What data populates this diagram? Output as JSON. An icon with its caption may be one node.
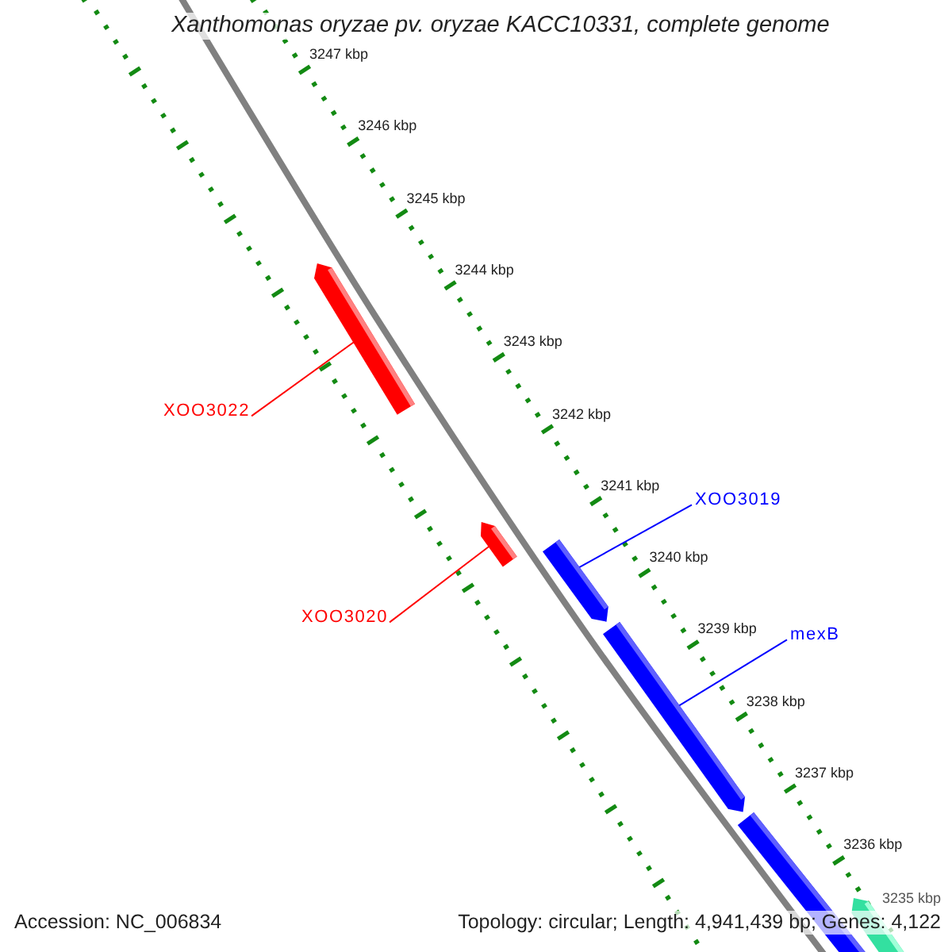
{
  "diagram": {
    "title": "Xanthomonas oryzae pv. oryzae KACC10331, complete genome",
    "nodes": [
      {
        "text": [
          "XOO3022"
        ]
      },
      {
        "text": [],
        "shape": "bar"
      },
      {
        "text": [
          "XOO3020"
        ]
      },
      {
        "text": [],
        "shape": "bar"
      },
      {
        "text": [
          "XOO3019"
        ]
      },
      {
        "text": [],
        "shape": "bar"
      },
      {
        "text": [
          "mexB"
        ]
      },
      {
        "text": [],
        "shape": "bar"
      }
    ],
    "edges": [
      {
        "from": 0,
        "to": 1,
        "arrow": "none",
        "color": "#ff0000"
      },
      {
        "from": 2,
        "to": 3,
        "arrow": "none",
        "color": "#ff0000"
      },
      {
        "from": 4,
        "to": 5,
        "arrow": "none",
        "color": "#0000ff"
      },
      {
        "from": 6,
        "to": 7,
        "arrow": "none",
        "color": "#0000ff"
      }
    ],
    "labels": [
      "3247 kbp",
      "3246 kbp",
      "3245 kbp",
      "3244 kbp",
      "3243 kbp",
      "3242 kbp",
      "3241 kbp",
      "3240 kbp",
      "3239 kbp",
      "3238 kbp",
      "3237 kbp",
      "3236 kbp",
      "3235 kbp",
      "Accession: NC_006834",
      "Topology: circular; Length: 4,941,439 bp; Genes: 4,122"
    ]
  }
}
